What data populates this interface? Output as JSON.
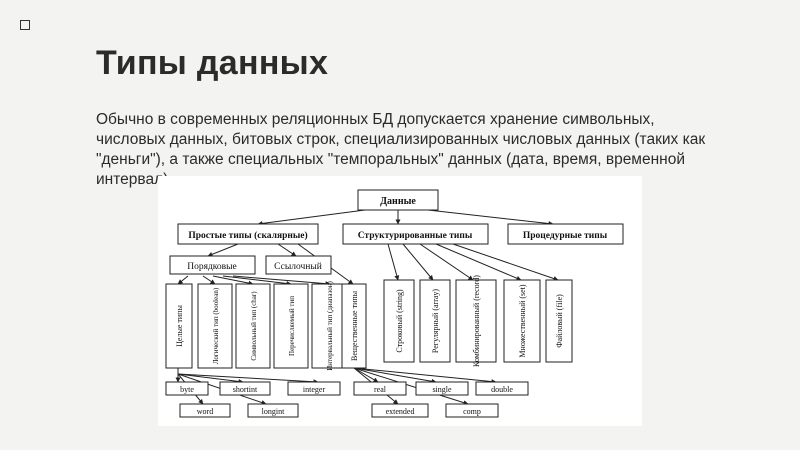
{
  "slide": {
    "title": "Типы данных",
    "body": "Обычно в современных реляционных БД допускается хранение символьных, числовых данных, битовых строк, специализированных числовых данных (таких как \"деньги\"), а также специальных \"темпоральных\" данных (дата, время, временной интервал)."
  },
  "diagram": {
    "root": "Данные",
    "level1": [
      "Простые типы (скалярные)",
      "Структурированные типы",
      "Процедурные типы"
    ],
    "level2": [
      "Порядковые",
      "Ссылочный"
    ],
    "ordinal_types": [
      "Целые типы",
      "Логический тип (boolean)",
      "Символьный тип (char)",
      "Перечисляемый тип",
      "Интервальный тип (диапазон)"
    ],
    "real_type": "Вещественные типы",
    "structured_types": [
      "Строковый (string)",
      "Регулярный (array)",
      "Комбинированный (record)",
      "Множественный (set)",
      "Файловый (file)"
    ],
    "integer_leaves_top": [
      "byte",
      "shortint",
      "integer"
    ],
    "integer_leaves_bottom": [
      "word",
      "longint"
    ],
    "real_leaves_top": [
      "real",
      "single",
      "double"
    ],
    "real_leaves_bottom": [
      "extended",
      "comp"
    ]
  }
}
